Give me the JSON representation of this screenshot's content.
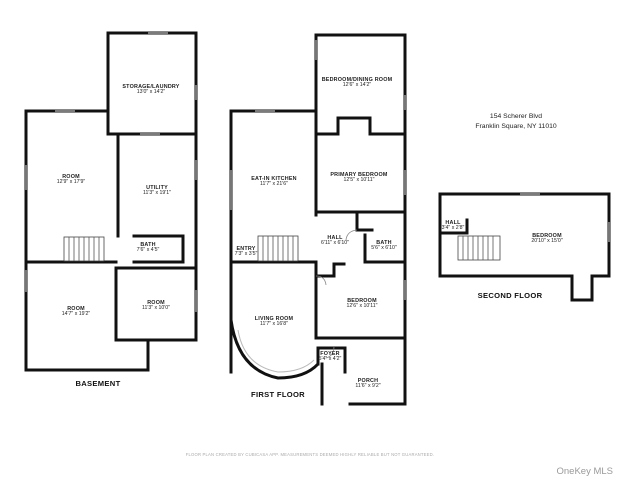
{
  "address": {
    "line1": "154 Scherer Blvd",
    "line2": "Franklin Square, NY 11010"
  },
  "floors": {
    "basement": "BASEMENT",
    "first": "FIRST FLOOR",
    "second": "SECOND FLOOR"
  },
  "rooms": {
    "storage": {
      "name": "STORAGE/LAUNDRY",
      "dims": "13'0\" x 14'2\""
    },
    "b_room1": {
      "name": "ROOM",
      "dims": "12'9\" x 17'9\""
    },
    "utility": {
      "name": "UTILITY",
      "dims": "11'3\" x 19'1\""
    },
    "b_bath": {
      "name": "BATH",
      "dims": "7'6\" x 4'5\""
    },
    "b_room2": {
      "name": "ROOM",
      "dims": "14'7\" x 19'2\""
    },
    "b_room3": {
      "name": "ROOM",
      "dims": "11'3\" x 10'0\""
    },
    "bed_dining": {
      "name": "BEDROOM/DINING ROOM",
      "dims": "12'6\" x 14'2\""
    },
    "kitchen": {
      "name": "EAT-IN KITCHEN",
      "dims": "11'7\" x 21'6\""
    },
    "primary": {
      "name": "PRIMARY BEDROOM",
      "dims": "12'5\" x 10'11\""
    },
    "entry": {
      "name": "ENTRY",
      "dims": "7'3\" x 3'5\""
    },
    "hall1": {
      "name": "HALL",
      "dims": "6'11\" x 6'10\""
    },
    "bath1": {
      "name": "BATH",
      "dims": "5'6\" x 6'10\""
    },
    "living": {
      "name": "LIVING ROOM",
      "dims": "11'7\" x 16'8\""
    },
    "bedroom1": {
      "name": "BEDROOM",
      "dims": "12'6\" x 10'11\""
    },
    "foyer": {
      "name": "FOYER",
      "dims": "5'4\" x 4'2\""
    },
    "porch": {
      "name": "PORCH",
      "dims": "11'6\" x 9'2\""
    },
    "hall2": {
      "name": "HALL",
      "dims": "3'4\" x 2'8\""
    },
    "bedroom2": {
      "name": "BEDROOM",
      "dims": "20'10\" x 15'0\""
    }
  },
  "disclaimer": "FLOOR PLAN CREATED BY CUBICASA APP. MEASUREMENTS DEEMED HIGHLY RELIABLE BUT NOT GUARANTEED.",
  "watermark": "OneKey MLS",
  "colors": {
    "wall": "#111111",
    "window": "#bbbbbb",
    "disclaimer": "#aaaaaa",
    "watermark": "#9a9a9a"
  }
}
